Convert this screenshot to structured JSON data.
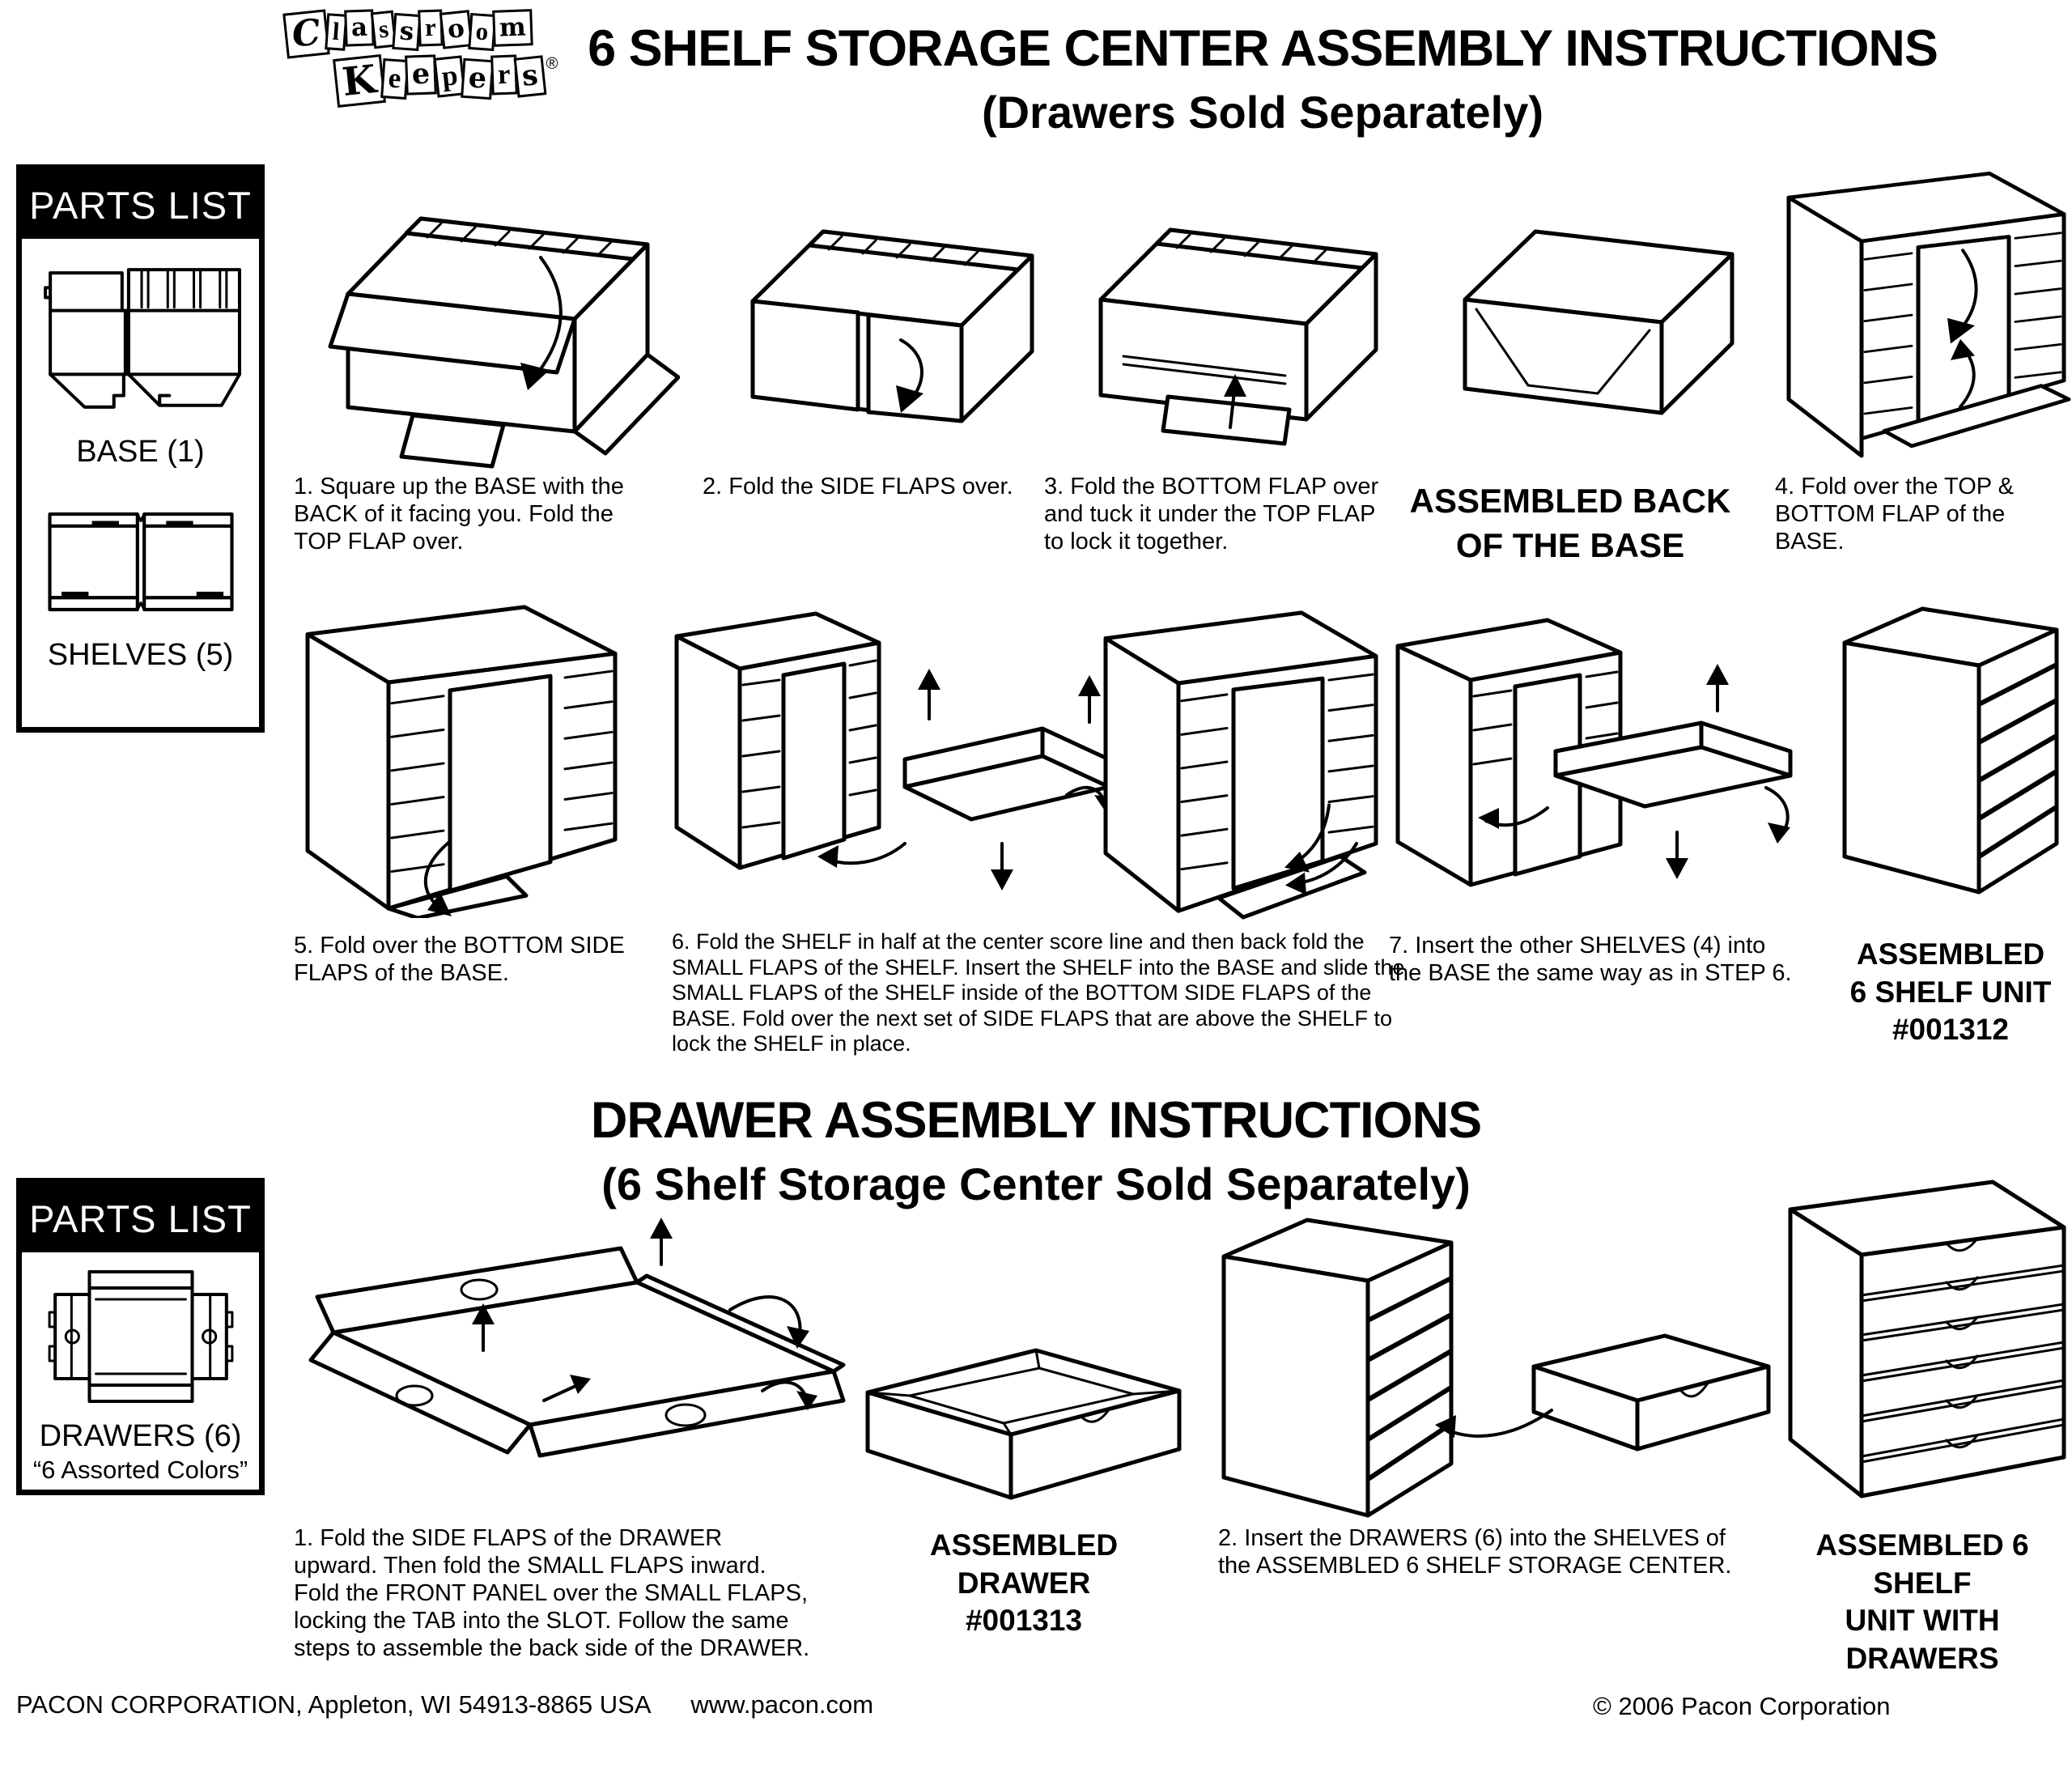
{
  "logo": {
    "line1": "Classroom",
    "line2": "Keepers",
    "reg": "®"
  },
  "header": {
    "title": "6 SHELF STORAGE CENTER ASSEMBLY INSTRUCTIONS",
    "subtitle": "(Drawers Sold Separately)"
  },
  "parts_list_base": {
    "header": "PARTS LIST",
    "base_label": "BASE (1)",
    "shelves_label": "SHELVES (5)"
  },
  "shelf_steps": {
    "step1": "1. Square up the BASE with the BACK of it facing you. Fold the TOP FLAP over.",
    "step2": "2. Fold the SIDE FLAPS over.",
    "step3": "3. Fold the BOTTOM FLAP over and tuck it under the TOP FLAP to lock it together.",
    "assembled_back": {
      "line1": "ASSEMBLED BACK",
      "line2": "OF THE BASE"
    },
    "step4": "4. Fold over the TOP & BOTTOM FLAP of the BASE.",
    "step5": "5. Fold over the BOTTOM SIDE FLAPS of the BASE.",
    "step6": "6. Fold the SHELF in half at the center score line and then back fold the SMALL FLAPS of the SHELF.  Insert the SHELF into the BASE and slide the SMALL FLAPS of the SHELF inside of the BOTTOM SIDE FLAPS of the BASE.  Fold over the next set of SIDE FLAPS that are above the SHELF to lock the SHELF in place.",
    "step7": "7. Insert the other SHELVES (4) into the BASE the same way as in STEP 6.",
    "assembled_unit": {
      "line1": "ASSEMBLED",
      "line2": "6 SHELF UNIT",
      "line3": "#001312"
    }
  },
  "drawer_section": {
    "title": "DRAWER  ASSEMBLY INSTRUCTIONS",
    "subtitle": "(6 Shelf Storage Center Sold Separately)"
  },
  "parts_list_drawers": {
    "header": "PARTS LIST",
    "drawers_label": "DRAWERS (6)",
    "drawers_sublabel": "“6 Assorted Colors”"
  },
  "drawer_steps": {
    "step1": "1. Fold the SIDE FLAPS of the DRAWER upward. Then fold the SMALL FLAPS inward. Fold the FRONT PANEL over the SMALL FLAPS, locking the TAB into the SLOT. Follow the same steps to assemble the back side of the DRAWER.",
    "assembled_drawer": {
      "line1": "ASSEMBLED DRAWER",
      "line2": "#001313"
    },
    "step2": "2. Insert the DRAWERS (6) into the SHELVES of the ASSEMBLED 6 SHELF STORAGE CENTER.",
    "assembled_with_drawers": {
      "line1": "ASSEMBLED 6 SHELF",
      "line2": "UNIT WITH DRAWERS"
    }
  },
  "footer": {
    "company": "PACON CORPORATION, Appleton, WI 54913-8865 USA",
    "website": "www.pacon.com",
    "copyright": "© 2006 Pacon Corporation"
  },
  "colors": {
    "ink": "#000000",
    "paper": "#ffffff"
  }
}
